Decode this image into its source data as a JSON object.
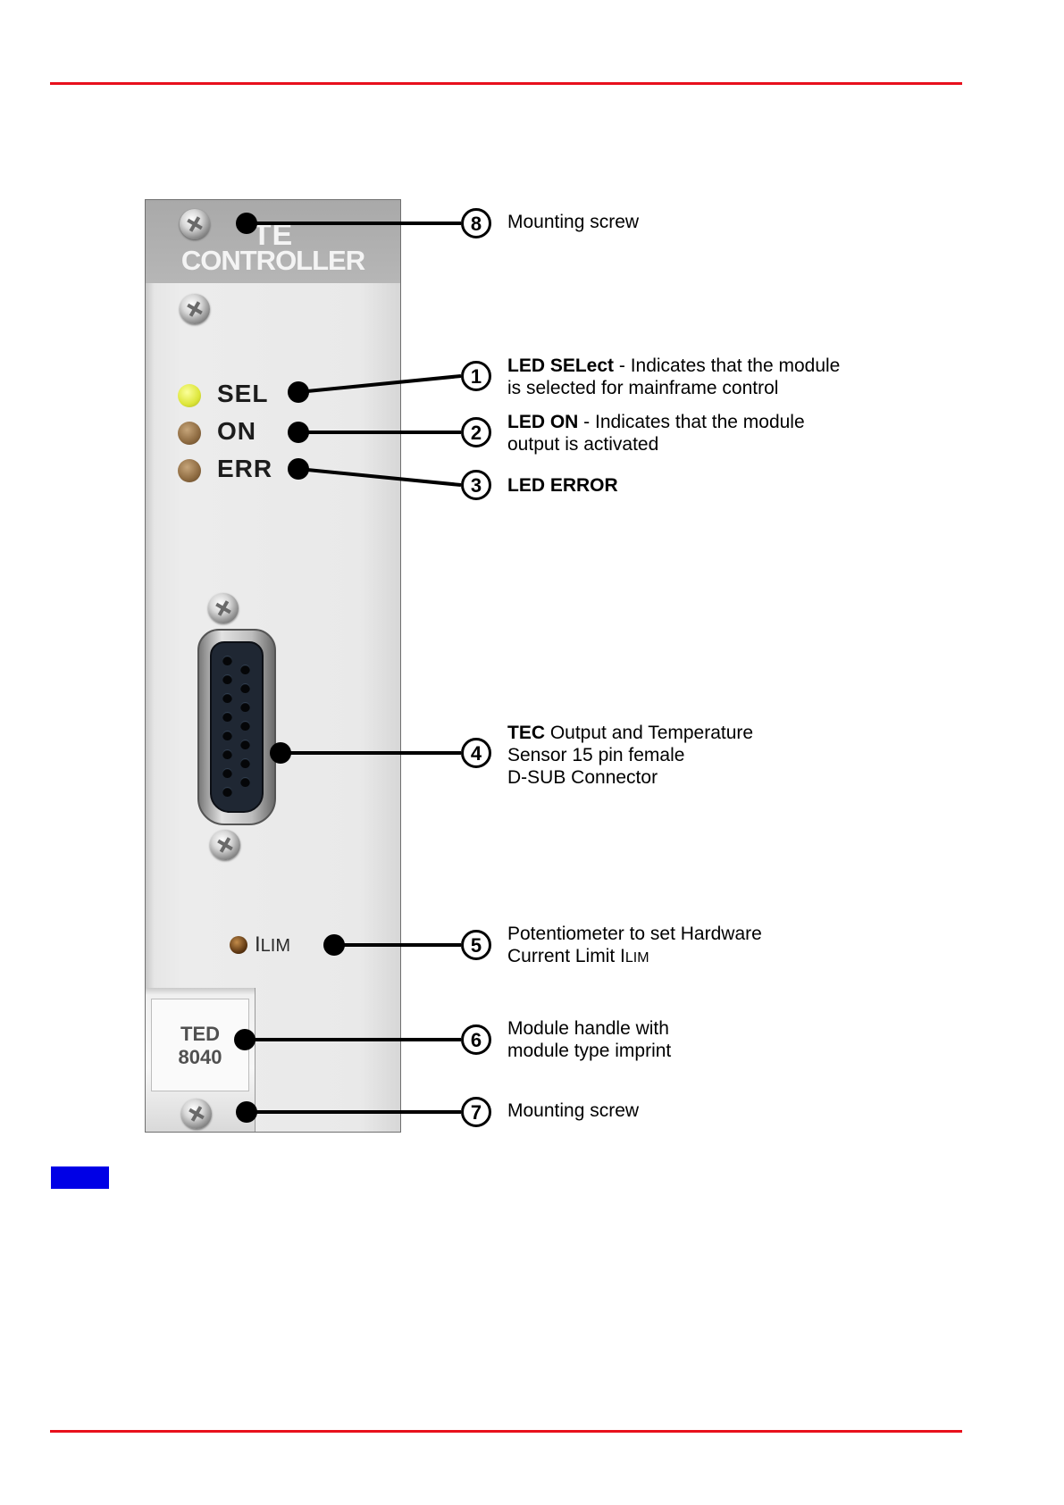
{
  "panel": {
    "title_line1": "TE",
    "title_line2": "CONTROLLER",
    "leds": [
      {
        "label": "SEL",
        "color": "#e4ec3c"
      },
      {
        "label": "ON",
        "color": "#8d6a40"
      },
      {
        "label": "ERR",
        "color": "#8d6a40"
      }
    ],
    "ilim_label_main": "I",
    "ilim_label_sub": "LIM",
    "handle_line1": "TED",
    "handle_line2": "8040"
  },
  "callouts": [
    {
      "number": "8",
      "bold": "",
      "text": "Mounting screw"
    },
    {
      "number": "1",
      "bold": "LED SELect",
      "text": " - Indicates that the module",
      "line2": "is selected for mainframe control"
    },
    {
      "number": "2",
      "bold": "LED ON",
      "text": " - Indicates that the module",
      "line2": "output is activated"
    },
    {
      "number": "3",
      "bold": "LED ERROR",
      "text": ""
    },
    {
      "number": "4",
      "bold": "TEC",
      "text": " Output and Temperature",
      "line2": "Sensor 15 pin female",
      "line3": "D-SUB Connector"
    },
    {
      "number": "5",
      "bold": "",
      "text": "Potentiometer to set Hardware",
      "line2": "Current Limit I",
      "line2_sub": "LIM"
    },
    {
      "number": "6",
      "bold": "",
      "text": "Module handle with",
      "line2": "module type imprint"
    },
    {
      "number": "7",
      "bold": "",
      "text": "Mounting screw"
    }
  ],
  "colors": {
    "rule": "#e8101c",
    "tab": "#0000e6"
  }
}
